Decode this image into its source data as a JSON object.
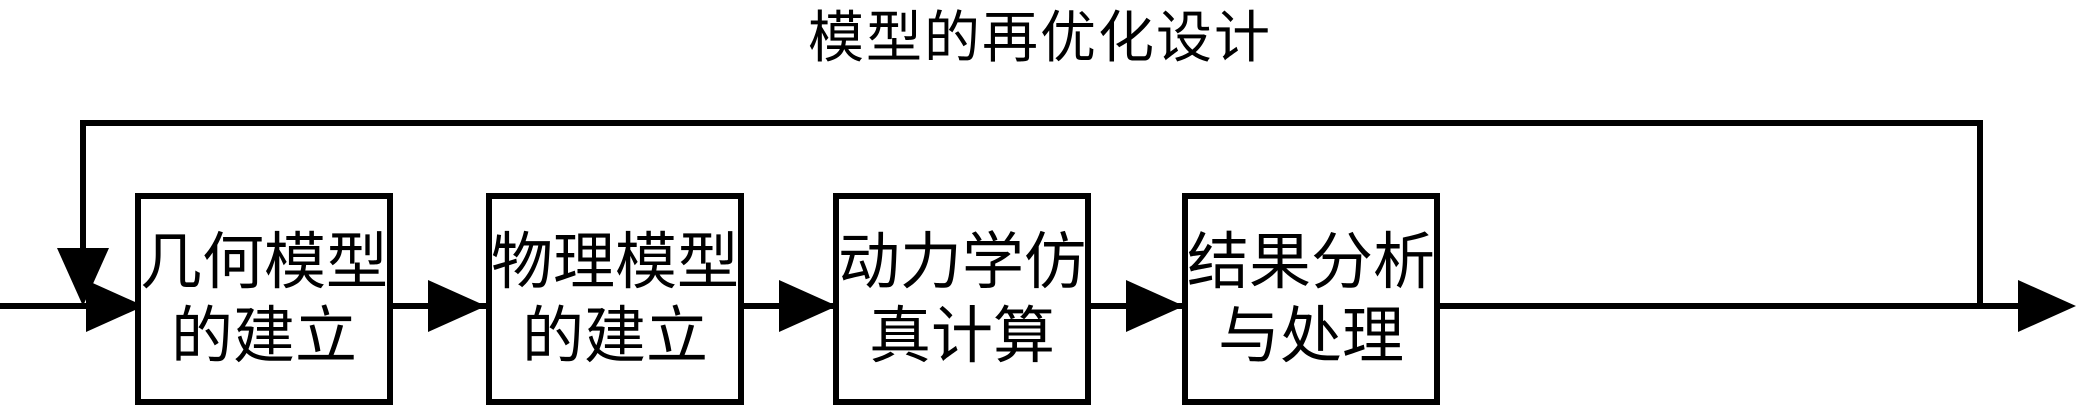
{
  "diagram": {
    "title": "模型的再优化设计",
    "background_color": "#ffffff",
    "stroke_color": "#000000",
    "boxes": [
      {
        "id": "geometry-model",
        "line1": "几何模型",
        "line2": "的建立"
      },
      {
        "id": "physical-model",
        "line1": "物理模型",
        "line2": "的建立"
      },
      {
        "id": "dynamics-simulation",
        "line1": "动力学仿",
        "line2": "真计算"
      },
      {
        "id": "result-analysis",
        "line1": "结果分析",
        "line2": "与处理"
      }
    ],
    "connectors": [
      {
        "id": "input-arrow",
        "kind": "arrow-right"
      },
      {
        "id": "box1-to-box2-arrow",
        "kind": "arrow-right"
      },
      {
        "id": "box2-to-box3-arrow",
        "kind": "arrow-right"
      },
      {
        "id": "box3-to-box4-arrow",
        "kind": "arrow-right"
      },
      {
        "id": "output-arrow",
        "kind": "arrow-right"
      },
      {
        "id": "feedback-return-arrow",
        "kind": "arrow-down"
      }
    ],
    "feedback_loop": {
      "id": "re-optimization-feedback-loop",
      "label": "模型的再优化设计",
      "direction": "right-to-left"
    }
  }
}
